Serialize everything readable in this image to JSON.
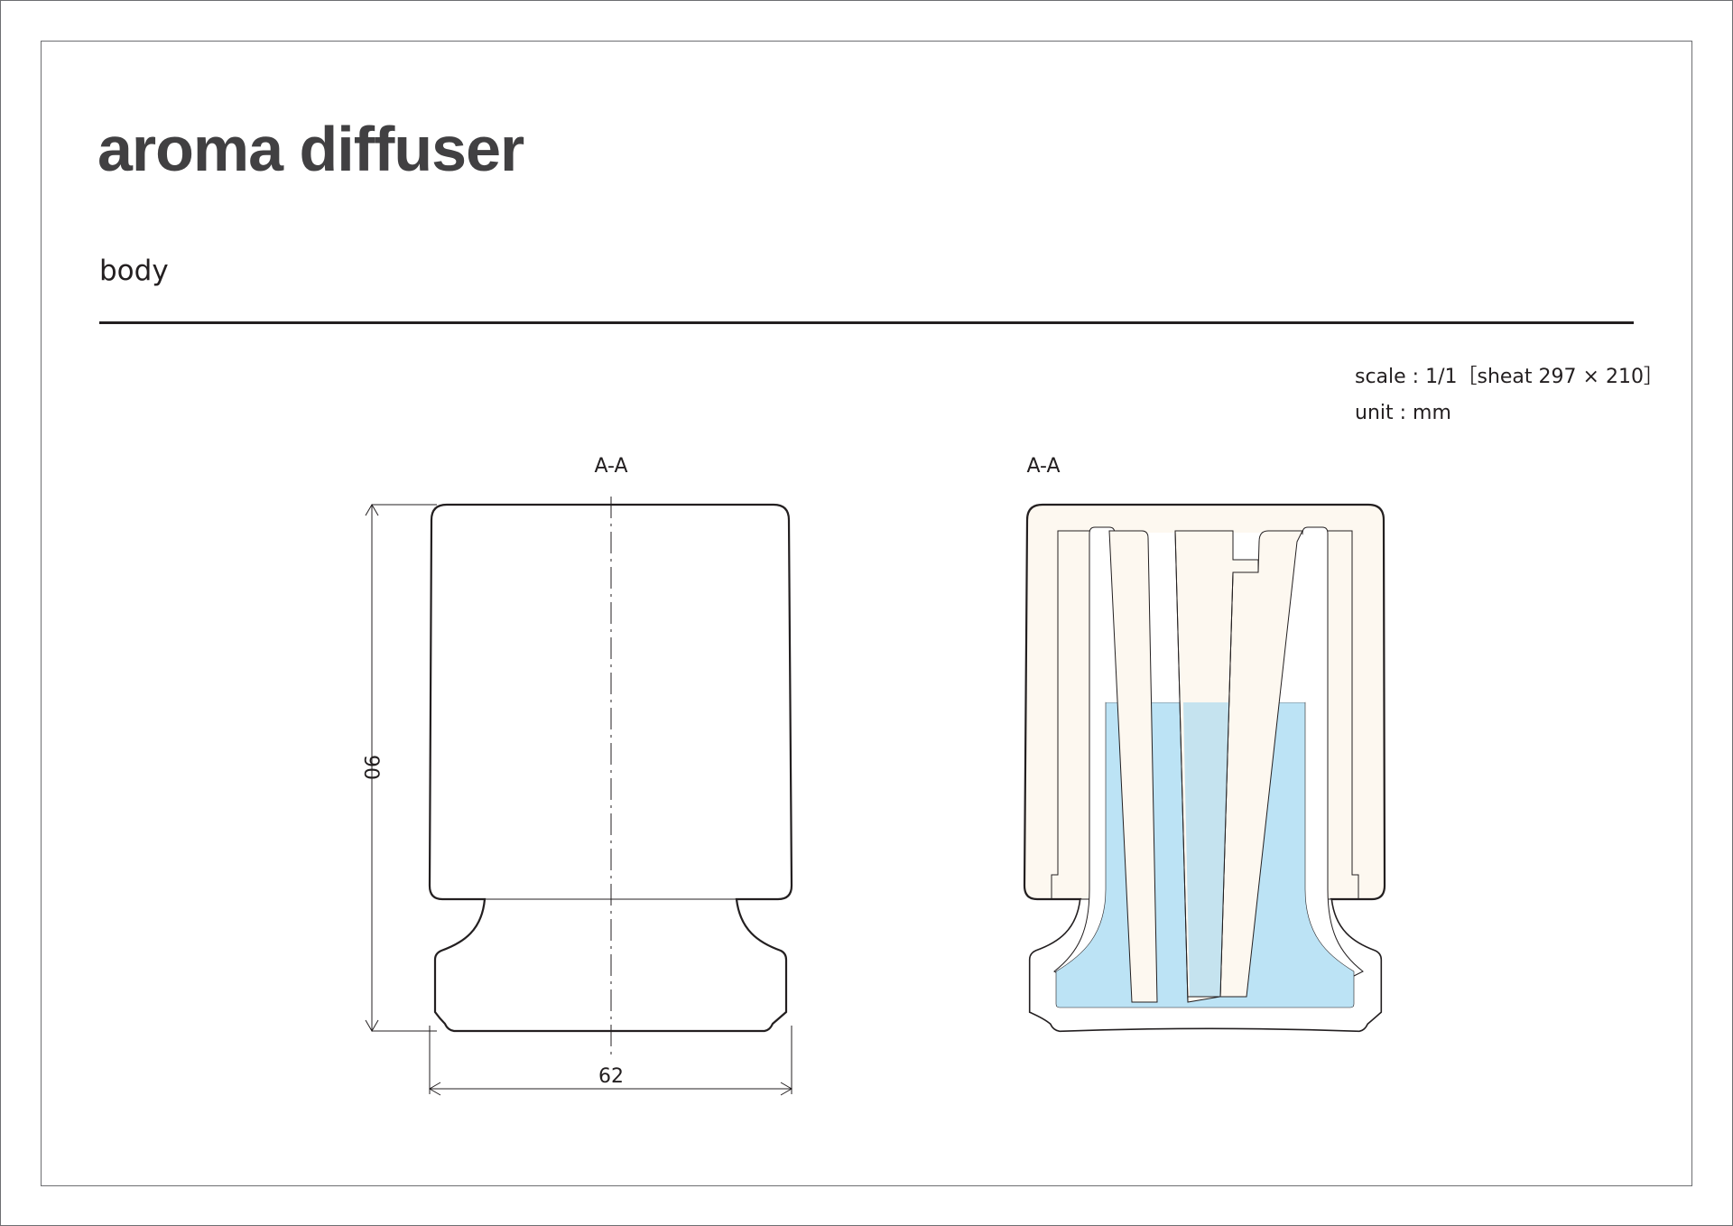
{
  "header": {
    "title": "aroma diffuser",
    "subtitle": "body"
  },
  "meta": {
    "scale": "scale : 1/1［sheat 297 × 210］",
    "unit": "unit : mm"
  },
  "views": {
    "front": {
      "label": "A-A",
      "height_dim": "90",
      "width_dim": "62"
    },
    "section": {
      "label": "A-A"
    }
  },
  "colors": {
    "outline": "#231f20",
    "body_fill": "#fdf8f0",
    "liquid_fill": "#bce3f5",
    "liquid_overlap": "#bbdfee",
    "frame": "#6d6e71"
  }
}
